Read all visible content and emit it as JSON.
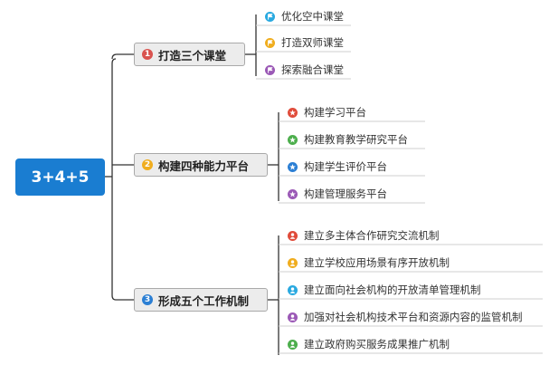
{
  "root": {
    "label": "3+4+5"
  },
  "branches": [
    {
      "number": "1",
      "title": "打造三个课堂",
      "color": "#d9534f",
      "children": [
        {
          "label": "优化空中课堂",
          "icon": "flag-icon",
          "color": "#29a9e0"
        },
        {
          "label": "打造双师课堂",
          "icon": "flag-icon",
          "color": "#f0ad1e"
        },
        {
          "label": "探索融合课堂",
          "icon": "flag-icon",
          "color": "#9b59b6"
        }
      ]
    },
    {
      "number": "2",
      "title": "构建四种能力平台",
      "color": "#f0ad1e",
      "children": [
        {
          "label": "构建学习平台",
          "icon": "star-icon",
          "color": "#e04b3a"
        },
        {
          "label": "构建教育教学研究平台",
          "icon": "star-icon",
          "color": "#4cae4c"
        },
        {
          "label": "构建学生评价平台",
          "icon": "star-icon",
          "color": "#2b7fd4"
        },
        {
          "label": "构建管理服务平台",
          "icon": "star-icon",
          "color": "#9b59b6"
        }
      ]
    },
    {
      "number": "3",
      "title": "形成五个工作机制",
      "color": "#2b7fd4",
      "children": [
        {
          "label": "建立多主体合作研究交流机制",
          "icon": "person-icon",
          "color": "#e04b3a"
        },
        {
          "label": "建立学校应用场景有序开放机制",
          "icon": "person-icon",
          "color": "#f0ad1e"
        },
        {
          "label": "建立面向社会机构的开放清单管理机制",
          "icon": "person-icon",
          "color": "#29a9e0"
        },
        {
          "label": "加强对社会机构技术平台和资源内容的监管机制",
          "icon": "person-icon",
          "color": "#9b59b6"
        },
        {
          "label": "建立政府购买服务成果推广机制",
          "icon": "person-icon",
          "color": "#4cae4c"
        }
      ]
    }
  ]
}
